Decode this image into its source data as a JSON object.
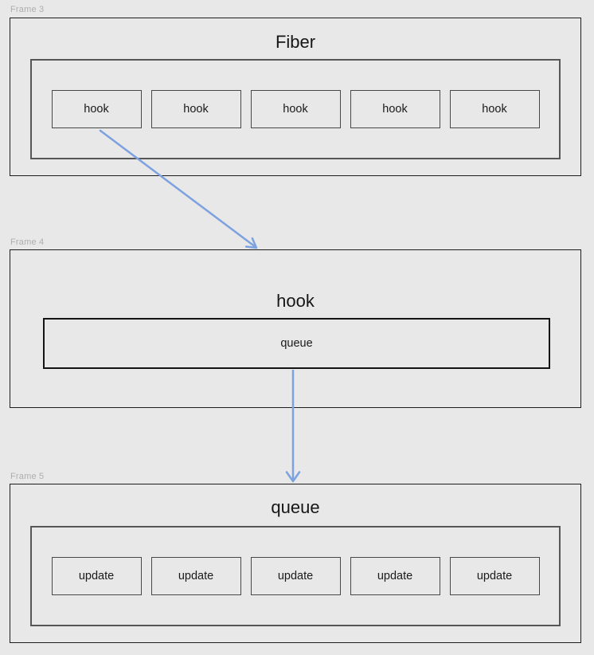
{
  "canvas": {
    "frames": [
      {
        "label": "Frame 3",
        "title": "Fiber",
        "items": [
          "hook",
          "hook",
          "hook",
          "hook",
          "hook"
        ]
      },
      {
        "label": "Frame 4",
        "title": "hook",
        "items": [
          "queue"
        ]
      },
      {
        "label": "Frame 5",
        "title": "queue",
        "items": [
          "update",
          "update",
          "update",
          "update",
          "update"
        ]
      }
    ],
    "arrows": [
      {
        "from": "hook (first box in Frame 3)",
        "to": "Frame 4 (hook)"
      },
      {
        "from": "queue (box in Frame 4)",
        "to": "Frame 5 (queue)"
      }
    ],
    "colors": {
      "canvas_background": "#e8e8e8",
      "frame_border": "#1d1d1d",
      "container_border": "#565656",
      "node_border": "#484848",
      "arrow": "#7ca2df",
      "frame_label": "#aeaeae",
      "text": "#161616"
    }
  }
}
